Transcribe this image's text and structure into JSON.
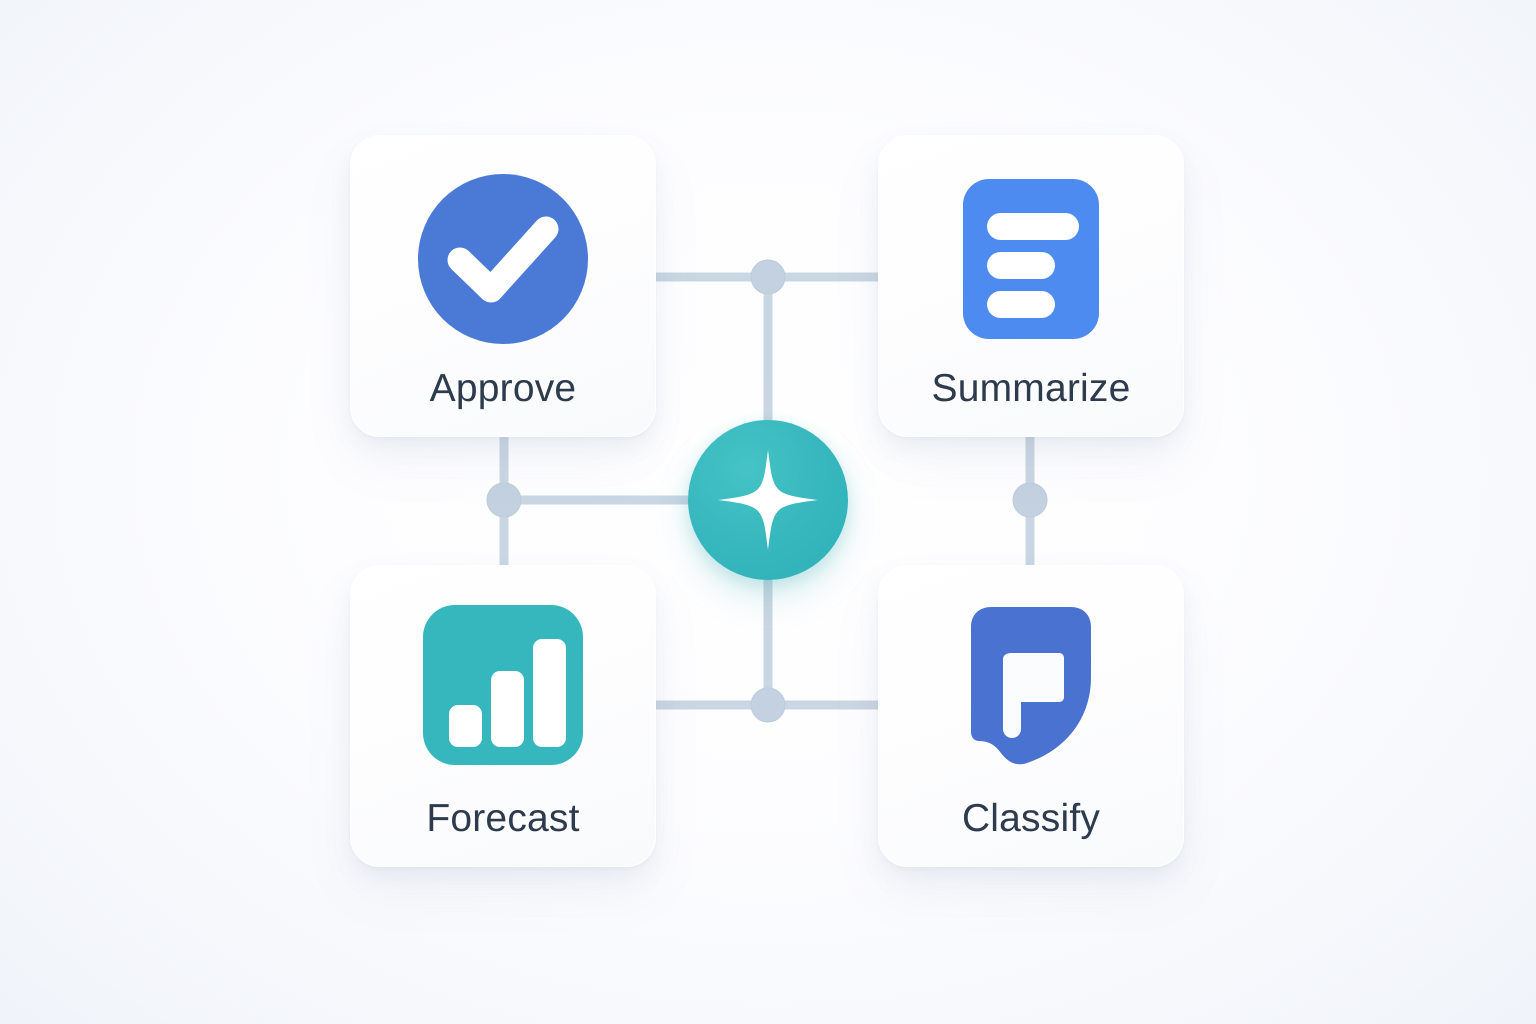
{
  "diagram": {
    "title": "AI action node diagram",
    "background_color": "#f7f9fc",
    "hub": {
      "name": "AI hub",
      "icon": "sparkle-icon",
      "color": "#36b7bd",
      "glyph_color": "#ffffff"
    },
    "connector": {
      "line_color": "#c5d2e0",
      "node_color": "#c3d1e0",
      "node_count": 4
    },
    "nodes": [
      {
        "id": "approve",
        "label": "Approve",
        "icon": "check-circle-icon",
        "icon_color": "#4a79d6",
        "icon_glyph_color": "#ffffff",
        "position": "top-left"
      },
      {
        "id": "summarize",
        "label": "Summarize",
        "icon": "document-lines-icon",
        "icon_color": "#4e8bf0",
        "icon_glyph_color": "#ffffff",
        "position": "top-right"
      },
      {
        "id": "forecast",
        "label": "Forecast",
        "icon": "bar-chart-icon",
        "icon_color": "#36b7bd",
        "icon_glyph_color": "#ffffff",
        "position": "bottom-left"
      },
      {
        "id": "classify",
        "label": "Classify",
        "icon": "speech-bubble-flag-icon",
        "icon_color": "#4a72d0",
        "icon_glyph_color": "#ffffff",
        "position": "bottom-right"
      }
    ],
    "label_color": "#2d3b4d"
  }
}
